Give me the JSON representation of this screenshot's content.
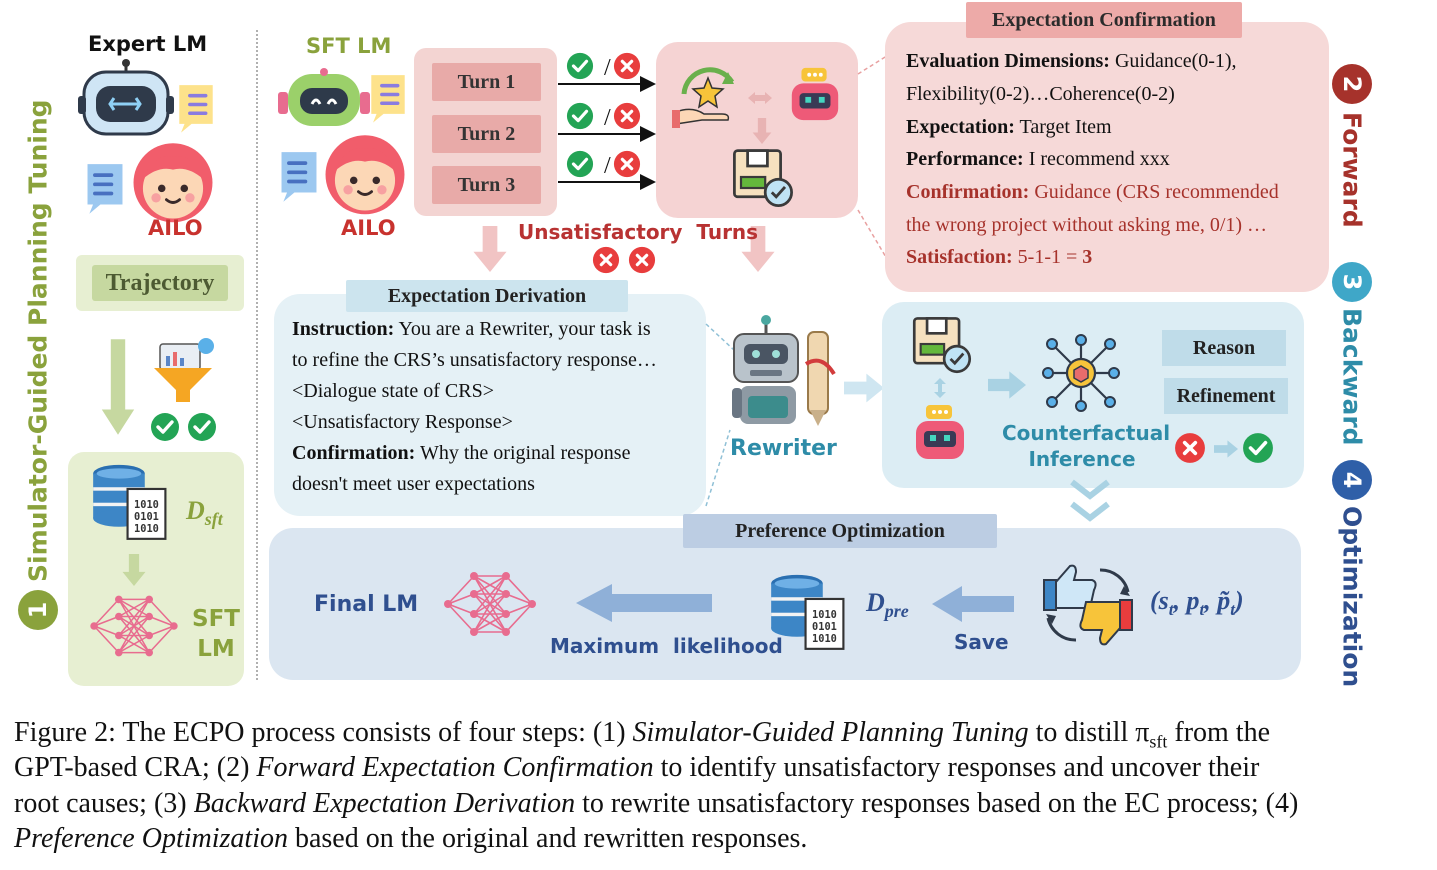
{
  "colors": {
    "green_step": "#8aa23c",
    "red_step": "#a6322b",
    "teal_step": "#2e8ca8",
    "navy_step": "#2f4f8f",
    "pink_panel": "#f5d3d3",
    "blue_panel": "#e5f1f6",
    "lavender_panel": "#dbe6f1"
  },
  "step1": {
    "number": "1",
    "title": "Simulator-Guided Planning Tuning",
    "expert_label": "Expert LM",
    "ailo_label": "AILO",
    "trajectory_label": "Trajectory",
    "dataset_label_main": "D",
    "dataset_label_sub": "sft",
    "sft_lm_label_line1": "SFT",
    "sft_lm_label_line2": "LM"
  },
  "step2": {
    "number": "2",
    "title": "Forward",
    "sft_lm_label": "SFT LM",
    "ailo_label": "AILO",
    "turns": [
      "Turn 1",
      "Turn 2",
      "Turn 3"
    ],
    "unsatisfactory_label": "Unsatisfactory  Turns",
    "ec_title": "Expectation Confirmation",
    "ec_lines": [
      {
        "label": "Evaluation Dimensions:",
        "text": " Guidance(0-1),",
        "red": false
      },
      {
        "label": "",
        "text": "Flexibility(0-2)…Coherence(0-2)",
        "red": false
      },
      {
        "label": "Expectation:",
        "text": " Target Item",
        "red": false
      },
      {
        "label": "Performance:",
        "text": " I recommend xxx",
        "red": false
      },
      {
        "label": "Confirmation:",
        "text": " Guidance (CRS recommended",
        "red": true
      },
      {
        "label": "",
        "text": "the wrong project without asking me, 0/1) …",
        "red": true
      },
      {
        "label": "Satisfaction:",
        "text": " 5-1-1 = ",
        "tail": "3",
        "red": true
      }
    ]
  },
  "step3": {
    "number": "3",
    "title": "Backward",
    "ed_title": "Expectation Derivation",
    "ed_lines": [
      {
        "label": "Instruction:",
        "text": " You are a Rewriter, your task is",
        "red": false
      },
      {
        "label": "",
        "text": "to refine the CRS’s unsatisfactory response…",
        "red": false
      },
      {
        "label": "",
        "text": "<Dialogue state of CRS>",
        "red": false
      },
      {
        "label": "",
        "text": "<Unsatisfactory Response>",
        "red": false
      },
      {
        "label": "Confirmation:",
        "text": " Why the original response",
        "red": true
      },
      {
        "label": "",
        "text": "doesn't meet user expectations",
        "red": true
      }
    ],
    "rewriter_label": "Rewriter",
    "cf_label_line1": "Counterfactual",
    "cf_label_line2": "Inference",
    "reason_label": "Reason",
    "refinement_label": "Refinement"
  },
  "step4": {
    "number": "4",
    "title": "Optimization",
    "po_title": "Preference Optimization",
    "final_lm_label": "Final LM",
    "ml_label": "Maximum  likelihood",
    "dataset_label_main": "D",
    "dataset_label_sub": "pre",
    "save_label": "Save",
    "tuple_label": "(s",
    "tuple_s_sub": "t",
    "tuple_p": ", p",
    "tuple_p_sub": "t",
    "tuple_pt": ", p̃",
    "tuple_pt_sub": "t",
    "tuple_close": ")"
  },
  "caption": {
    "line1_a": "Figure 2: The ECPO process consists of four steps: (1) ",
    "line1_b": "Simulator-Guided Planning Tuning",
    "line1_c": " to distill π",
    "line1_sub": "sft",
    "line1_d": " from the",
    "line2_a": "GPT-based CRA; (2) ",
    "line2_b": "Forward Expectation Confirmation",
    "line2_c": " to identify unsatisfactory responses and uncover their",
    "line3_a": "root causes; (3) ",
    "line3_b": "Backward Expectation Derivation",
    "line3_c": " to rewrite unsatisfactory responses based on the EC process; (4)",
    "line4_a": "Preference Optimization",
    "line4_b": " based on the original and rewritten responses."
  }
}
